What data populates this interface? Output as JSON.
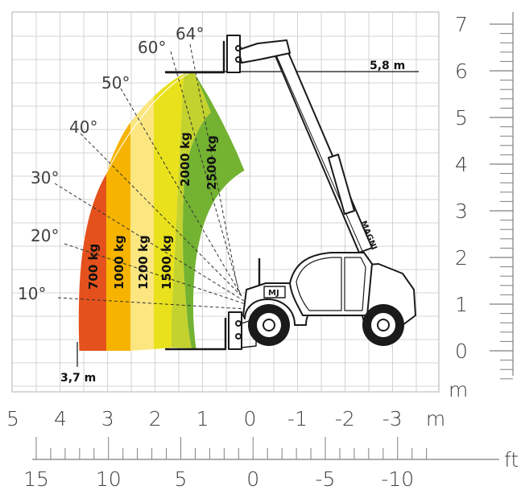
{
  "diagram": {
    "load_zones": [
      {
        "label": "700 kg",
        "color": "#e4511c"
      },
      {
        "label": "1000 kg",
        "color": "#f6b400"
      },
      {
        "label": "1200 kg",
        "color": "#fbe680"
      },
      {
        "label": "1500 kg",
        "color": "#e9e11b"
      },
      {
        "label": "2000 kg",
        "color": "#c3d22e"
      },
      {
        "label": "2500 kg",
        "color": "#74b232"
      }
    ],
    "angles": [
      "10°",
      "20°",
      "30°",
      "40°",
      "50°",
      "60°",
      "64°"
    ],
    "max_height_label": "5,8 m",
    "max_reach_label": "3,7 m",
    "machine_brand": "MAGNI",
    "cab_badge": "MJ",
    "vertical_axis": {
      "ticks": [
        "0",
        "1",
        "2",
        "3",
        "4",
        "5",
        "6",
        "7"
      ],
      "unit": "m"
    },
    "horizontal_axis_m": {
      "ticks": [
        "5",
        "4",
        "3",
        "2",
        "1",
        "0",
        "-1",
        "-2",
        "-3"
      ],
      "unit": "m"
    },
    "horizontal_axis_ft": {
      "ticks": [
        "15",
        "10",
        "5",
        "0",
        "-5",
        "-10"
      ],
      "unit": "ft"
    }
  }
}
